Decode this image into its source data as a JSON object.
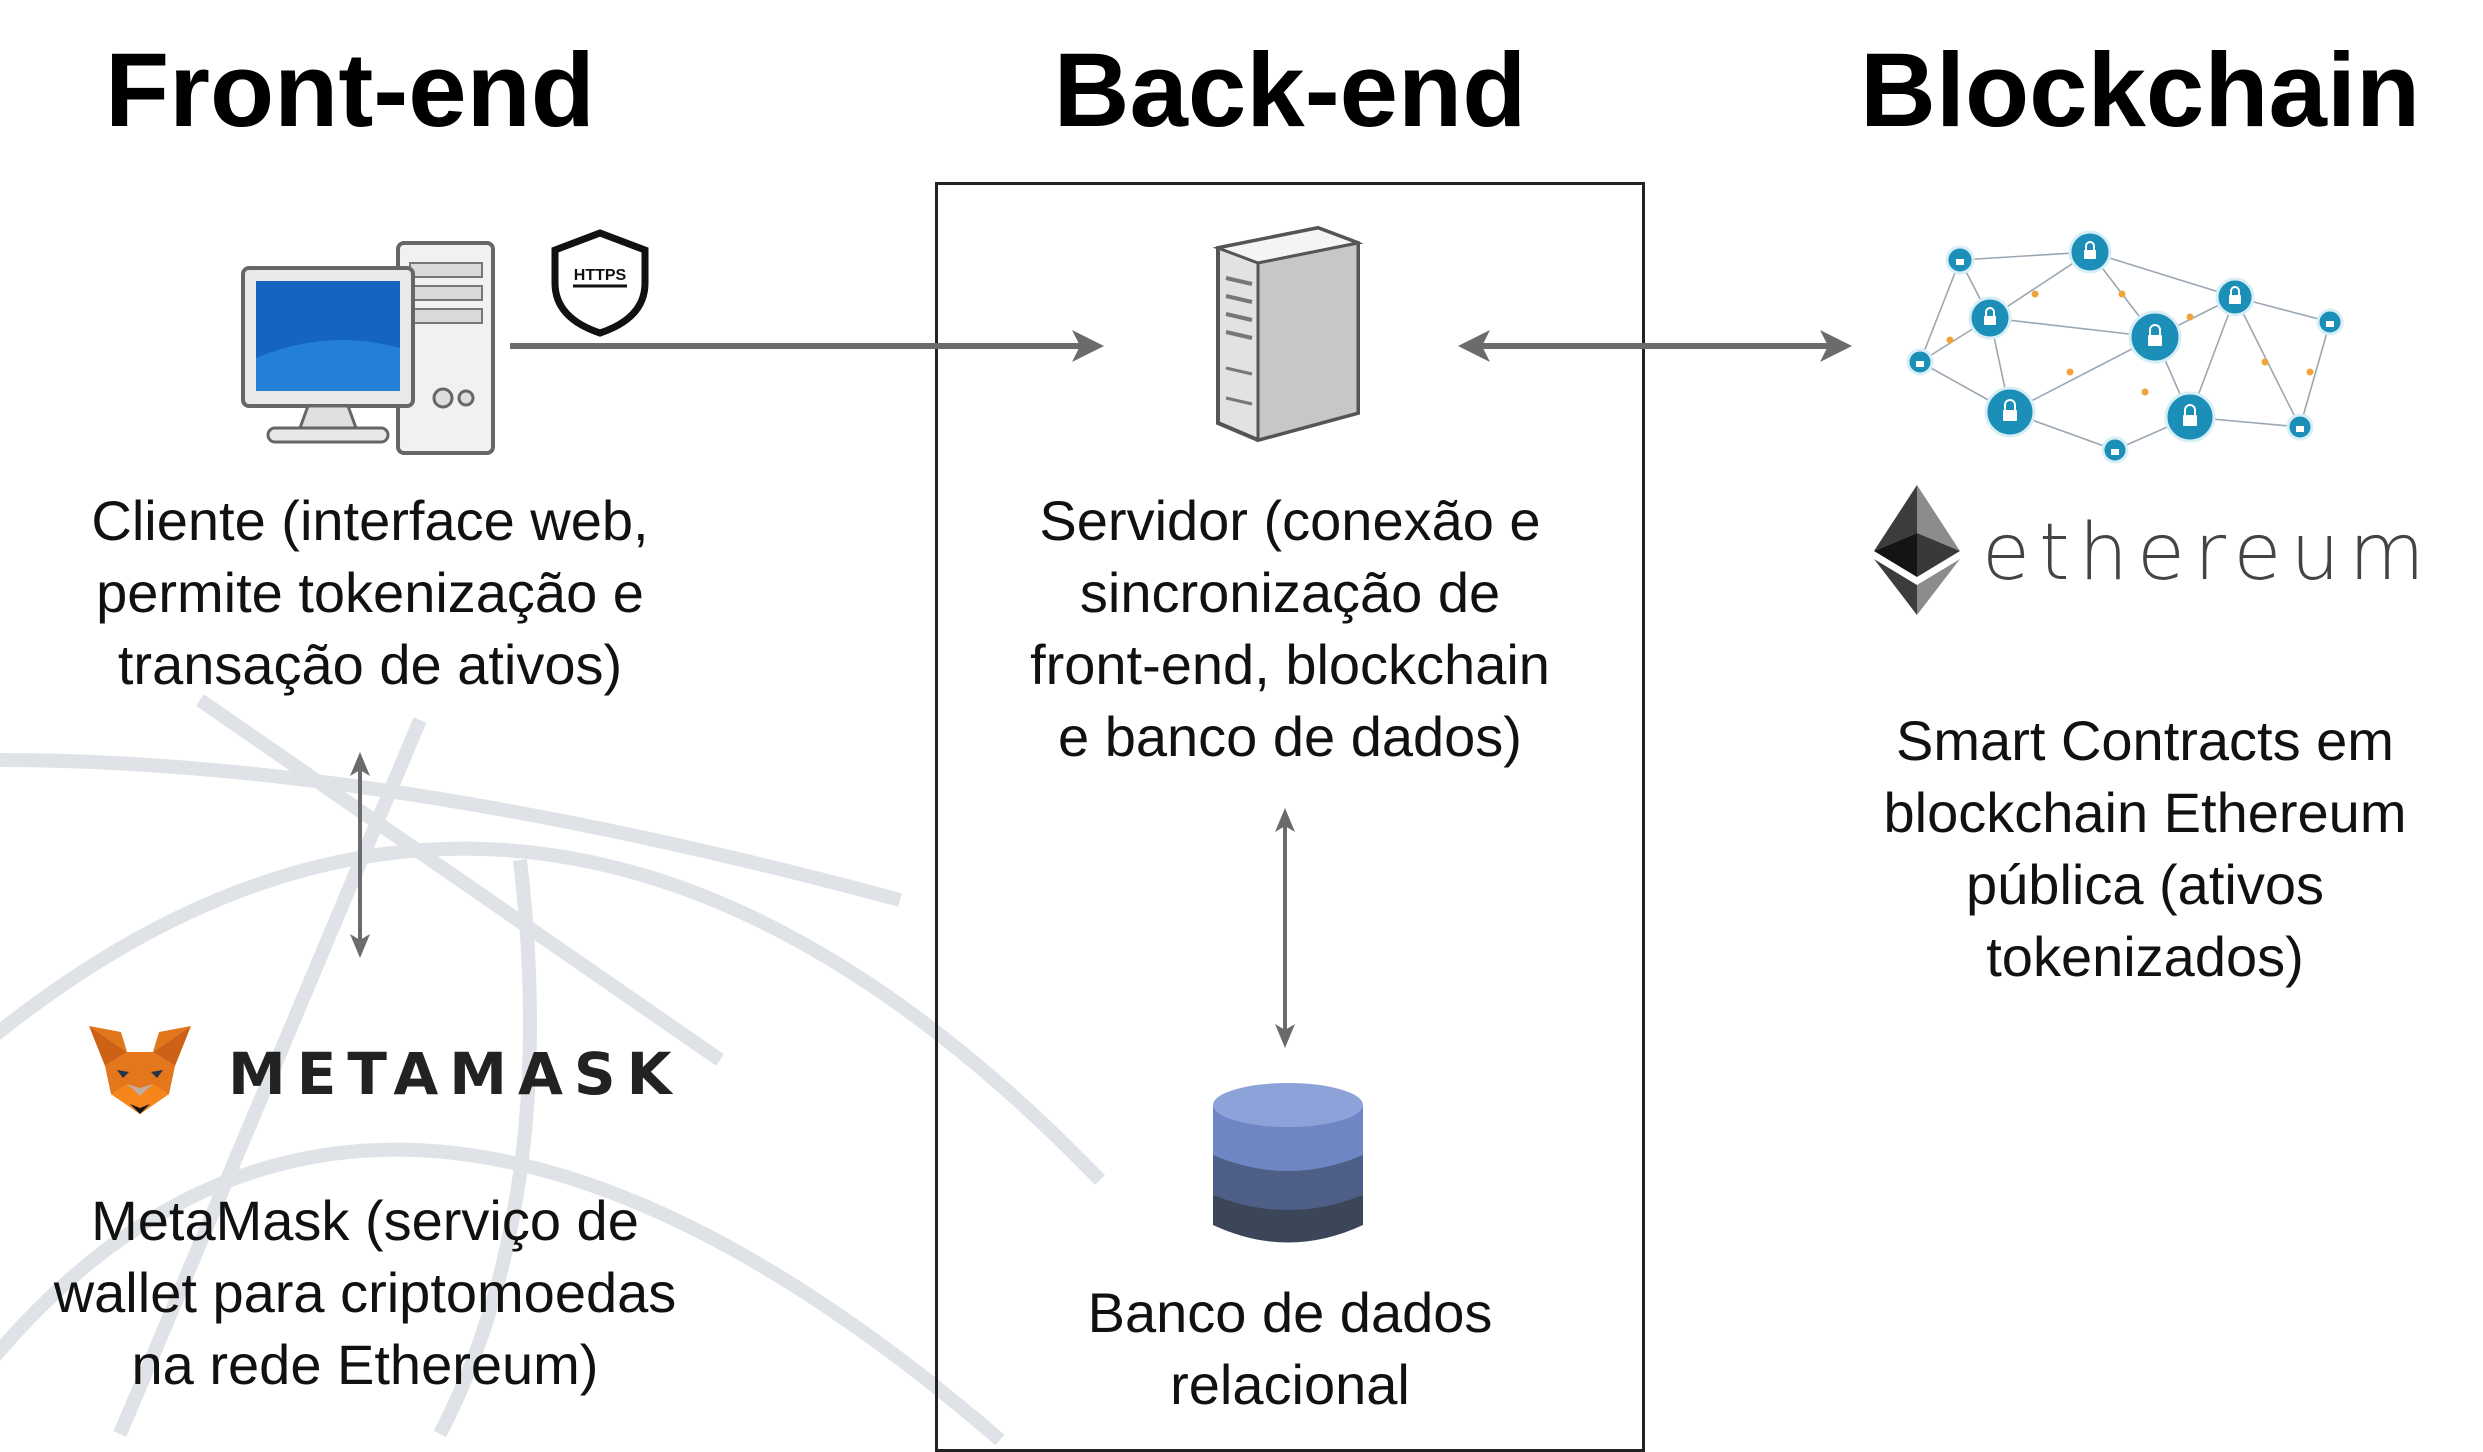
{
  "sections": {
    "frontend_title": "Front-end",
    "backend_title": "Back-end",
    "blockchain_title": "Blockchain"
  },
  "client": {
    "label_lines": [
      "Cliente (interface web,",
      "permite tokenização e",
      "transação de ativos)"
    ],
    "https_badge": "HTTPS"
  },
  "metamask": {
    "logo_text": "METAMASK",
    "label_lines": [
      "MetaMask (serviço de",
      "wallet para criptomoedas",
      "na rede Ethereum)"
    ]
  },
  "server": {
    "label_lines": [
      "Servidor (conexão e",
      "sincronização de",
      "front-end, blockchain",
      "e banco de dados)"
    ]
  },
  "database": {
    "label_lines": [
      "Banco de dados",
      "relacional"
    ]
  },
  "ethereum": {
    "logo_text": "ethereum",
    "label_lines": [
      "Smart Contracts em",
      "blockchain Ethereum",
      "pública (ativos",
      "tokenizados)"
    ]
  },
  "colors": {
    "arrow": "#6b6b6b",
    "node": "#1b8fb8",
    "db_top": "#7f95d0",
    "db_mid": "#4d5f87",
    "db_bottom": "#3b4659",
    "fox": "#e2761b"
  }
}
